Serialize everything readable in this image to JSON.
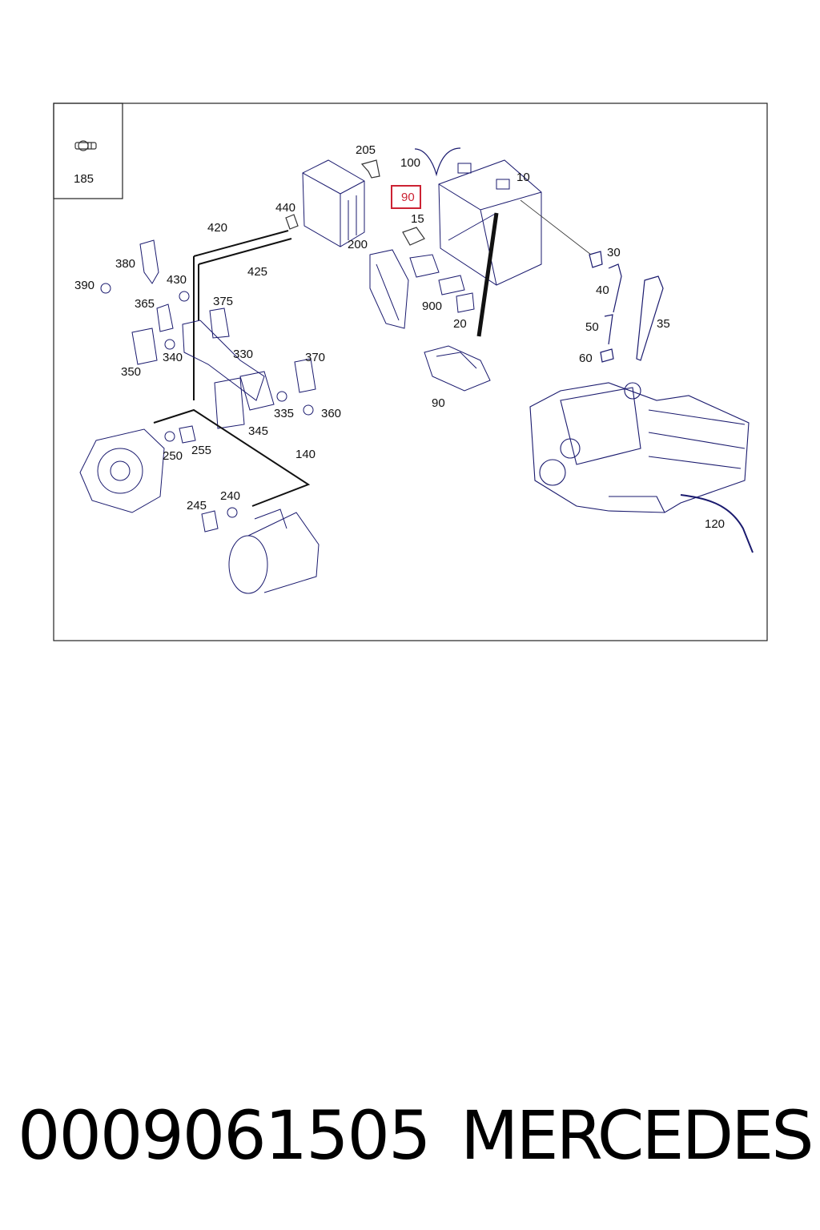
{
  "diagram": {
    "inset_label": "185",
    "highlight_label": "90",
    "callouts": {
      "c205": "205",
      "c100": "100",
      "c10": "10",
      "c15": "15",
      "c440": "440",
      "c200": "200",
      "c420": "420",
      "c425": "425",
      "c380": "380",
      "c390": "390",
      "c430": "430",
      "c365": "365",
      "c375": "375",
      "c900": "900",
      "c20": "20",
      "c30": "30",
      "c40": "40",
      "c50": "50",
      "c35": "35",
      "c60": "60",
      "c350": "350",
      "c340": "340",
      "c330": "330",
      "c370": "370",
      "c90b": "90",
      "c335": "335",
      "c360": "360",
      "c345": "345",
      "c250": "250",
      "c255": "255",
      "c140": "140",
      "c245": "245",
      "c240": "240",
      "c120": "120"
    },
    "line_color": "#1a1a6e",
    "highlight_color": "#cc2233"
  },
  "footer": {
    "part_number": "0009061505",
    "brand": "MERCEDES"
  }
}
